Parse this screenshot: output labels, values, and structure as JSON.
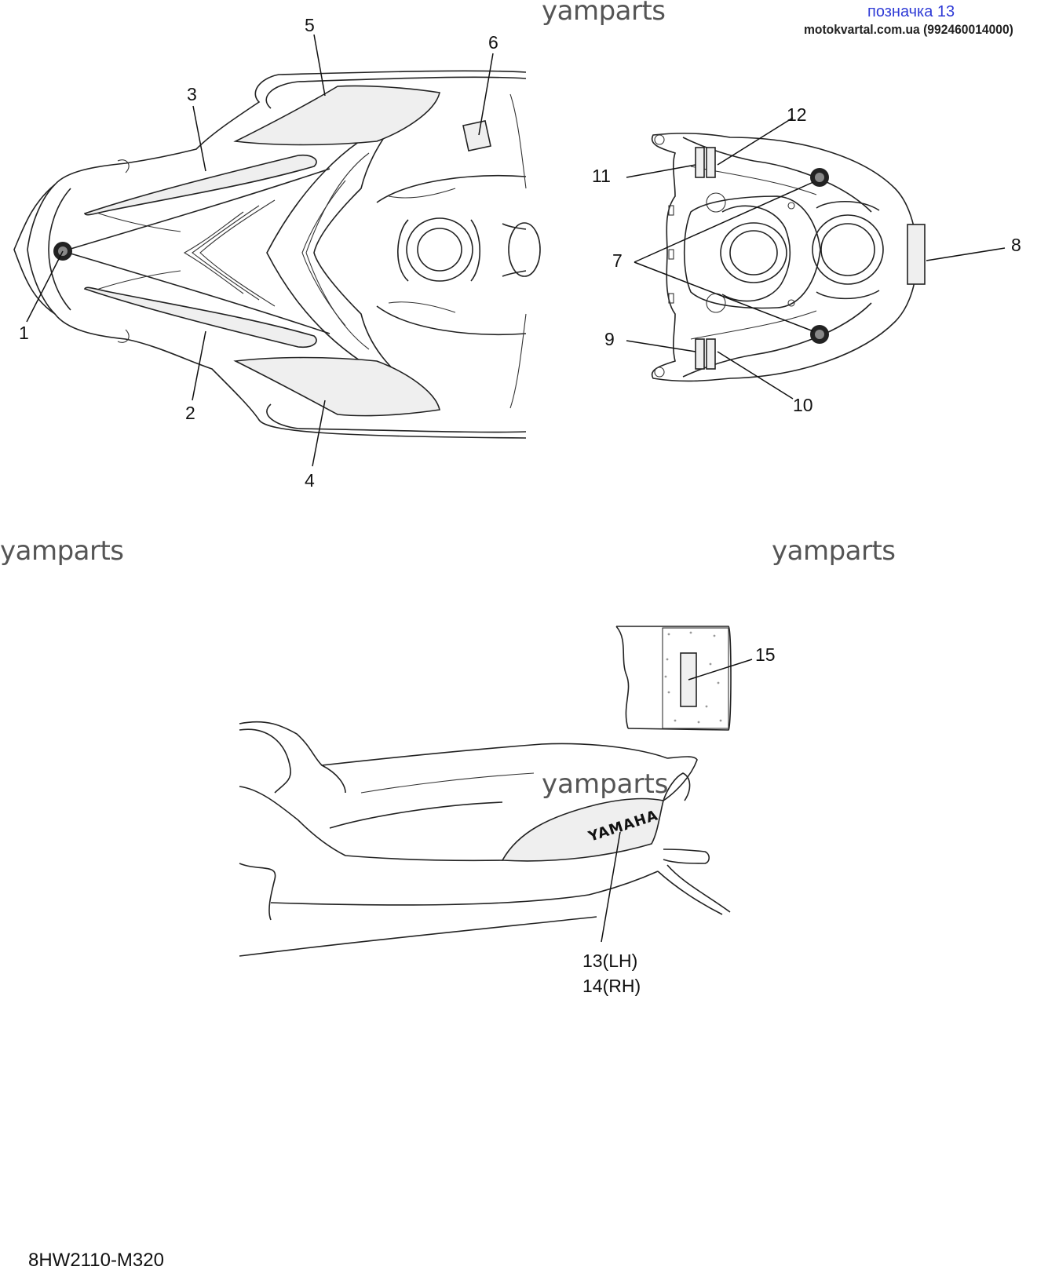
{
  "header": {
    "link_text": "позначка 13",
    "site_text": "motokvartal.com.ua (992460014000)"
  },
  "watermarks": [
    "yamparts",
    "yamparts",
    "yamparts",
    "yamparts"
  ],
  "diagram_code": "8HW2110-M320",
  "callouts": {
    "c1": "1",
    "c2": "2",
    "c3": "3",
    "c4": "4",
    "c5": "5",
    "c6": "6",
    "c7": "7",
    "c8": "8",
    "c9": "9",
    "c10": "10",
    "c11": "11",
    "c12": "12",
    "c13": "13(LH)",
    "c14": "14(RH)",
    "c15": "15"
  },
  "emblem_text": "YAMAHA"
}
